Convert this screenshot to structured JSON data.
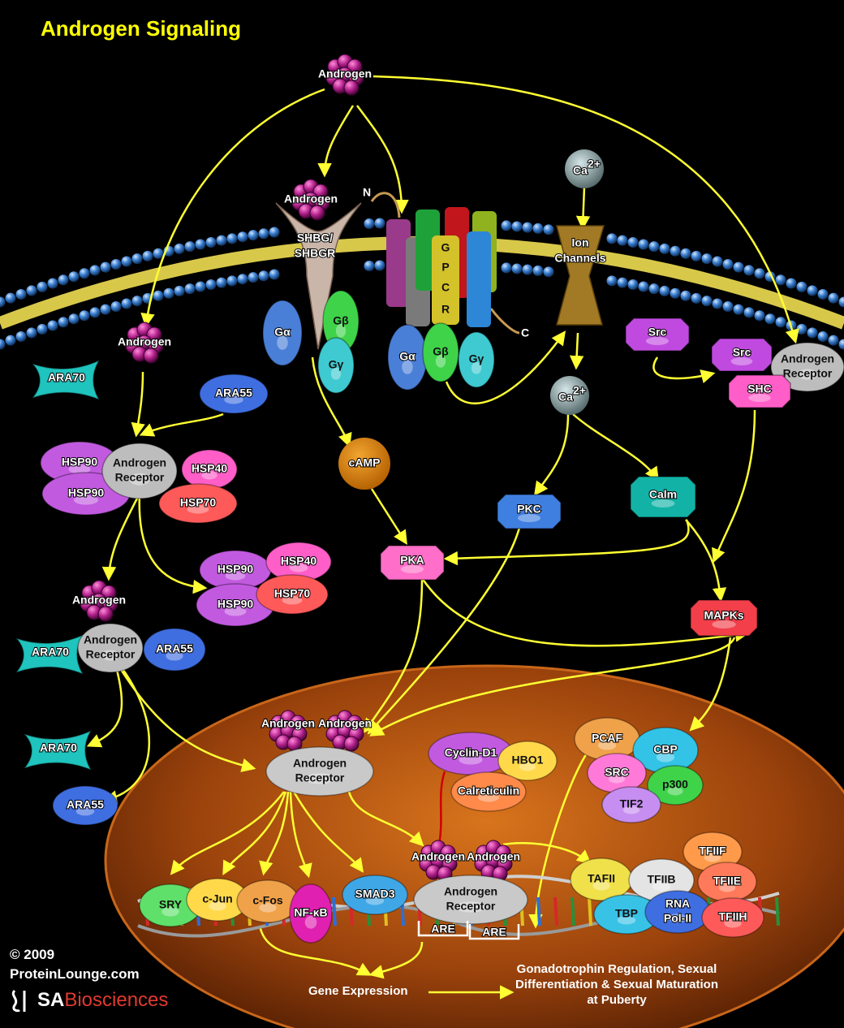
{
  "title": "Androgen Signaling",
  "copyright": "© 2009",
  "site": "ProteinLounge.com",
  "brand": {
    "prefix": "SA",
    "suffix": "Biosciences"
  },
  "outcome": "Gonadotrophin Regulation, Sexual Differentiation & Sexual Maturation at Puberty",
  "gene_expression": "Gene Expression",
  "labels": {
    "androgen": "Androgen",
    "shbg": "SHBG/ SHBGR",
    "n_term": "N",
    "c_term": "C",
    "gpcr": "GPCR",
    "ion_channels": "Ion Channels",
    "ca": "Ca",
    "ca_charge": "2+",
    "galpha": "Gα",
    "gbeta": "Gβ",
    "ggamma": "Gγ",
    "src": "Src",
    "shc": "SHC",
    "androgen_receptor": "Androgen Receptor",
    "ara70": "ARA70",
    "ara55": "ARA55",
    "hsp90": "HSP90",
    "hsp40": "HSP40",
    "hsp70": "HSP70",
    "camp": "cAMP",
    "pka": "PKA",
    "pkc": "PKC",
    "calm": "Calm",
    "mapks": "MAPKs",
    "cyclin": "Cyclin-D1",
    "hbo1": "HBO1",
    "calreticulin": "Calreticulin",
    "pcaf": "PCAF",
    "cbp": "CBP",
    "src_co": "SRC",
    "p300": "p300",
    "tif2": "TIF2",
    "sry": "SRY",
    "cjun": "c-Jun",
    "cfos": "c-Fos",
    "nfkb": "NF-κB",
    "smad3": "SMAD3",
    "are": "ARE",
    "tafii": "TAFII",
    "tfiib": "TFIIB",
    "tfiif": "TFIIF",
    "tfiie": "TFIIE",
    "tfiih": "TFIIH",
    "tbp": "TBP",
    "rnapol": "RNA Pol-II"
  },
  "colors": {
    "title": "#ffff00",
    "arrow": "#ffff33",
    "membrane": "#3b7fd0",
    "nucleus": "#8a3a08",
    "androgen": "#b0208a"
  }
}
